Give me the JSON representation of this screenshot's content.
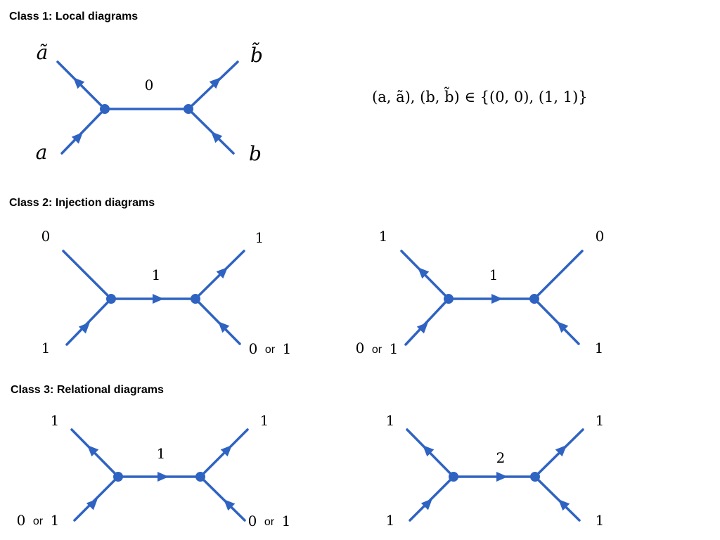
{
  "headings": {
    "class1": "Class 1: Local diagrams",
    "class2": "Class 2: Injection diagrams",
    "class3": "Class 3: Relational diagrams"
  },
  "colors": {
    "edge": "#2f63c2"
  },
  "class1": {
    "top_left": "ã",
    "top_right": "b̃",
    "bottom_left": "a",
    "bottom_right": "b",
    "middle": "0",
    "equation": "(a, ã), (b, b̃) ∈ {(0, 0), (1, 1)}"
  },
  "class2": {
    "left": {
      "top_left": "0",
      "top_right": "1",
      "bottom_left": "1",
      "middle": "1",
      "br_a": "0",
      "br_or": "or",
      "br_b": "1"
    },
    "right": {
      "top_left": "1",
      "top_right": "0",
      "bl_a": "0",
      "bl_or": "or",
      "bl_b": "1",
      "bottom_right": "1",
      "middle": "1"
    }
  },
  "class3": {
    "left": {
      "top_left": "1",
      "top_right": "1",
      "bl_a": "0",
      "bl_or": "or",
      "bl_b": "1",
      "br_a": "0",
      "br_or": "or",
      "br_b": "1",
      "middle": "1"
    },
    "right": {
      "top_left": "1",
      "top_right": "1",
      "bottom_left": "1",
      "bottom_right": "1",
      "middle": "2"
    }
  }
}
